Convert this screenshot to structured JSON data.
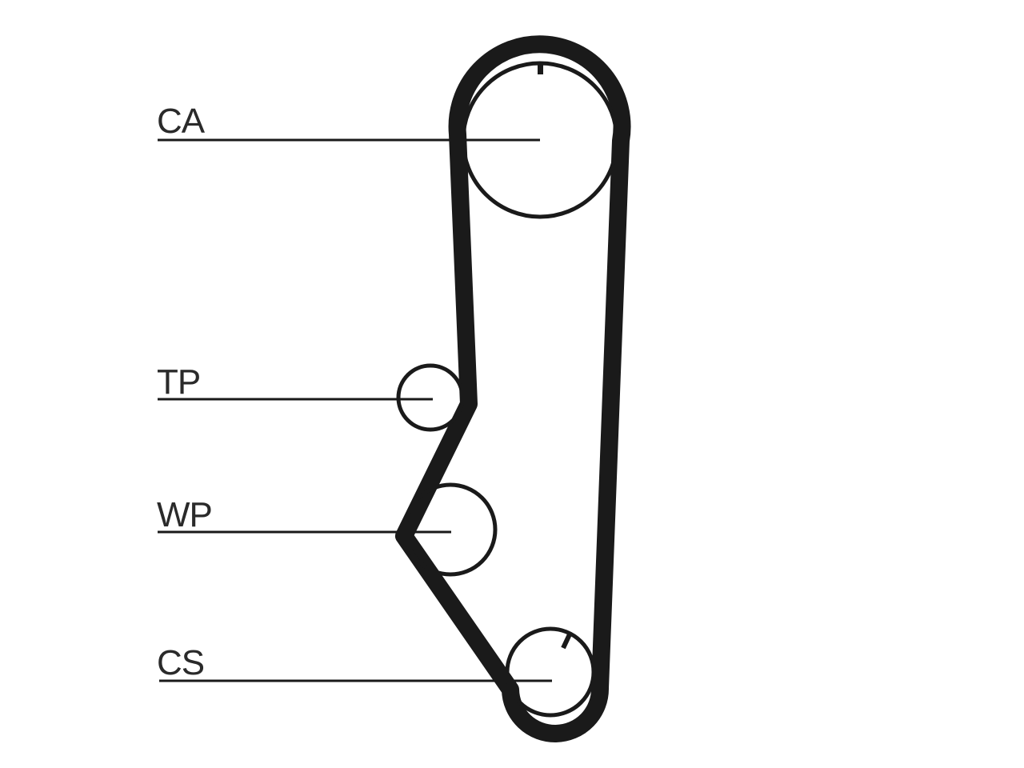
{
  "labels": {
    "ca": "CA",
    "tp": "TP",
    "wp": "WP",
    "cs": "CS"
  },
  "colors": {
    "belt": "#1a1a1a",
    "pulley": "#1a1a1a",
    "leader": "#1a1a1a",
    "text": "#2a2a2a",
    "background": "#ffffff"
  }
}
